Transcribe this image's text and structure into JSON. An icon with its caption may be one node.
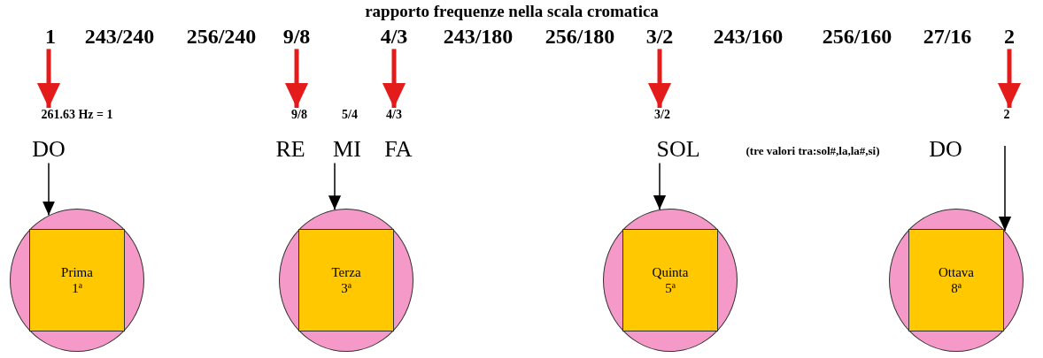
{
  "diagram": {
    "nodes": [
      {
        "text": [
          "1"
        ]
      },
      {
        "text": [
          "9/8"
        ]
      },
      {
        "text": [
          "4/3"
        ]
      },
      {
        "text": [
          "3/2"
        ]
      },
      {
        "text": [
          "2"
        ]
      },
      {
        "text": [
          "261.63 Hz = 1"
        ]
      },
      {
        "text": [
          "9/8"
        ]
      },
      {
        "text": [
          "4/3"
        ]
      },
      {
        "text": [
          "3/2"
        ]
      },
      {
        "text": [
          "2"
        ]
      },
      {
        "text": [
          "DO"
        ]
      },
      {
        "text": [
          "MI"
        ]
      },
      {
        "text": [
          "SOL"
        ]
      },
      {
        "text": [],
        "shape": "circle"
      },
      {
        "text": [
          "Prima",
          "1ª"
        ],
        "in": 13
      },
      {
        "text": [],
        "shape": "circle"
      },
      {
        "text": [
          "Terza",
          "3ª"
        ],
        "in": 15
      },
      {
        "text": [],
        "shape": "circle"
      },
      {
        "text": [
          "Quinta",
          "5ª"
        ],
        "in": 17
      },
      {
        "text": [],
        "shape": "circle"
      },
      {
        "text": [
          "Ottava",
          "8ª"
        ],
        "in": 19
      }
    ],
    "edges": [
      {
        "from": 0,
        "to": 5,
        "arrow": "to"
      },
      {
        "from": 1,
        "to": 6,
        "arrow": "to"
      },
      {
        "from": 2,
        "to": 7,
        "arrow": "to"
      },
      {
        "from": 3,
        "to": 8,
        "arrow": "to"
      },
      {
        "from": 4,
        "to": 9,
        "arrow": "to"
      },
      {
        "from": 10,
        "to": 13,
        "arrow": "to",
        "color": "#000000"
      },
      {
        "from": 11,
        "to": 15,
        "arrow": "to",
        "color": "#000000"
      },
      {
        "from": 12,
        "to": 17,
        "arrow": "to",
        "color": "#000000"
      },
      {
        "from": null,
        "to": 19,
        "arrow": "to",
        "color": "#000000"
      }
    ],
    "labels": [
      "rapporto frequenze nella scala cromatica",
      "243/240",
      "256/240",
      "243/180",
      "256/180",
      "243/160",
      "256/160",
      "27/16",
      "5/4",
      "RE",
      "FA",
      "(tre valori tra:sol#,la,la#,si)",
      "DO"
    ]
  }
}
